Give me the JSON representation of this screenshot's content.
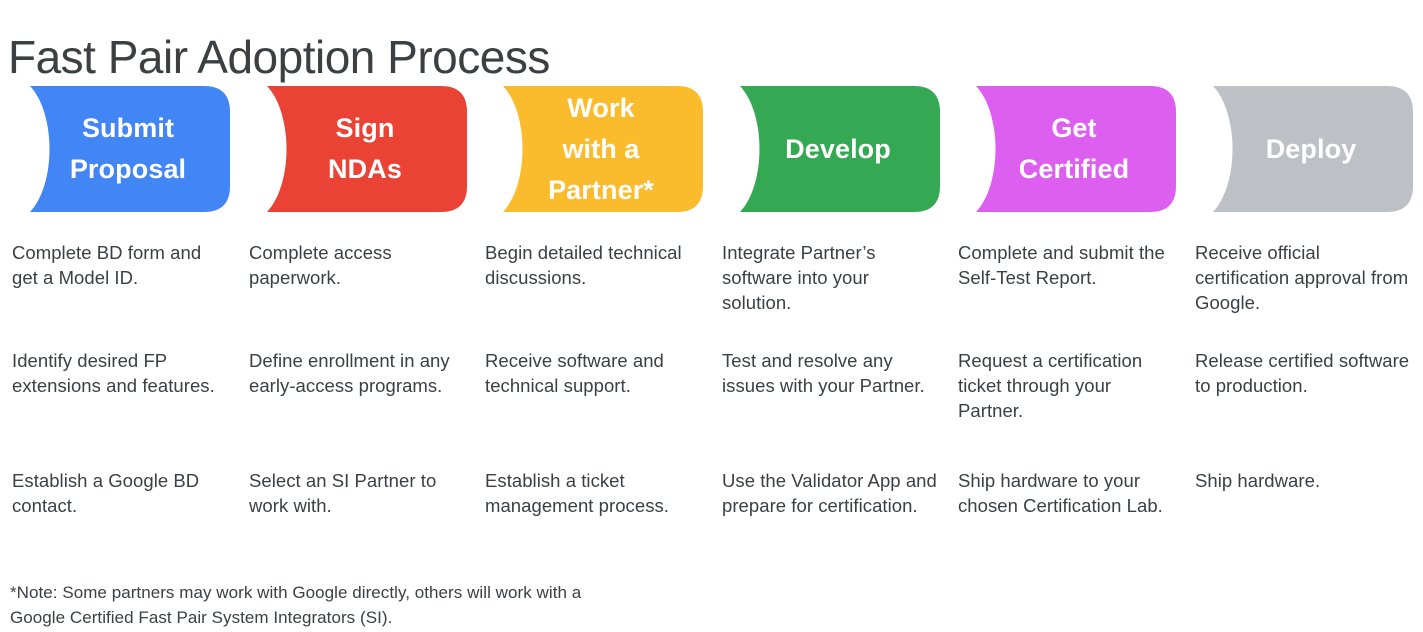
{
  "page": {
    "title": "Fast Pair Adoption Process",
    "background_color": "#ffffff",
    "text_color": "#3c4043"
  },
  "process": {
    "steps": [
      {
        "label": "Submit\nProposal",
        "color": "#4285f4",
        "name": "submit-proposal",
        "details": [
          "Complete BD form and get a Model ID.",
          "Identify desired FP extensions and features.",
          "Establish a Google BD contact."
        ]
      },
      {
        "label": "Sign\nNDAs",
        "color": "#ea4335",
        "name": "sign-ndas",
        "details": [
          "Complete access paperwork.",
          "Define enrollment in any early-access programs.",
          "Select an SI Partner to work with."
        ]
      },
      {
        "label": "Work\nwith a\nPartner*",
        "color": "#fabc2d",
        "name": "work-with-a-partner",
        "details": [
          "Begin detailed technical discussions.",
          "Receive software and technical support.",
          "Establish a ticket management process."
        ]
      },
      {
        "label": "Develop",
        "color": "#34a853",
        "name": "develop",
        "details": [
          "Integrate Partner’s software into your solution.",
          "Test and resolve any issues with your Partner.",
          "Use the Validator App and prepare for certification."
        ]
      },
      {
        "label": "Get\nCertified",
        "color": "#dd5ff0",
        "name": "get-certified",
        "details": [
          "Complete and submit the Self-Test Report.",
          "Request a certification ticket through your Partner.",
          "Ship hardware to your chosen Certification Lab."
        ]
      },
      {
        "label": "Deploy",
        "color": "#bdc1c6",
        "name": "deploy",
        "details": [
          "Receive official certification approval from Google.",
          "Release certified software to production.",
          "Ship hardware."
        ]
      }
    ]
  },
  "footnote": {
    "text": "*Note: Some partners may work with Google directly, others will work with a\nGoogle Certified Fast Pair System Integrators (SI)."
  },
  "chart_data": {
    "type": "diagram",
    "subtype": "chevron-process-flow",
    "title": "Fast Pair Adoption Process",
    "stage_count": 6,
    "stages": [
      "Submit Proposal",
      "Sign NDAs",
      "Work with a Partner*",
      "Develop",
      "Get Certified",
      "Deploy"
    ],
    "stage_colors": [
      "#4285f4",
      "#ea4335",
      "#fabc2d",
      "#34a853",
      "#dd5ff0",
      "#bdc1c6"
    ],
    "rows_per_stage": 3,
    "direction": "left-to-right"
  }
}
